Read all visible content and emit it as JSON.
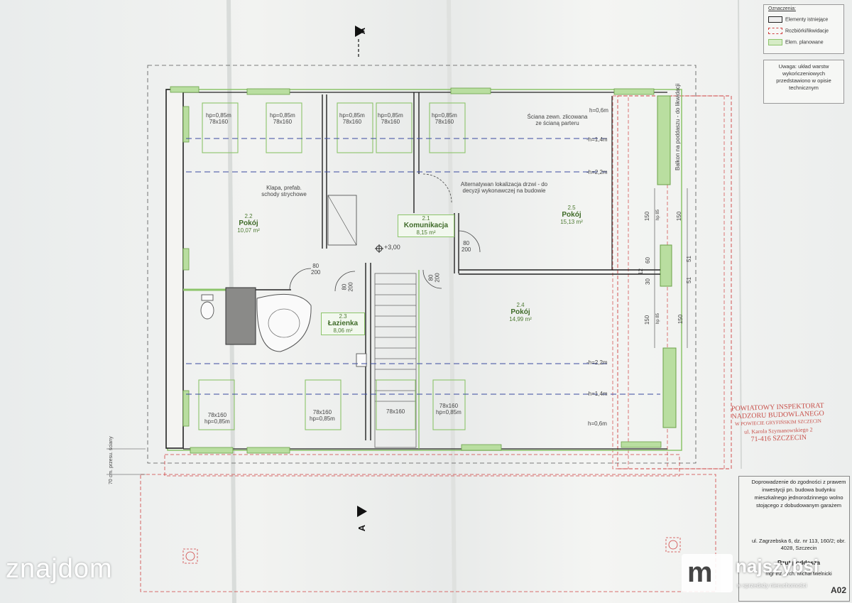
{
  "legend": {
    "title": "Oznaczenia:",
    "items": [
      {
        "label": "Elementy istniejące",
        "color": "#222222",
        "style": "solid"
      },
      {
        "label": "Rozbiórki/likwidacje",
        "color": "#d04040",
        "style": "dashed"
      },
      {
        "label": "Elem. planowane",
        "color": "#8cc46a",
        "style": "solid"
      }
    ]
  },
  "note": "Uwaga: układ warstw wykończeniowych przedstawiono w opisie technicznym",
  "section_marks": {
    "top": "A",
    "bottom": "A"
  },
  "level": "+3,00",
  "rooms": [
    {
      "num": "2.2",
      "name": "Pokój",
      "area": "10,07 m²"
    },
    {
      "num": "2.1",
      "name": "Komunikacja",
      "area": "8,15 m²"
    },
    {
      "num": "2.5",
      "name": "Pokój",
      "area": "15,13 m²"
    },
    {
      "num": "2.3",
      "name": "Łazienka",
      "area": "8,06 m²"
    },
    {
      "num": "2.4",
      "name": "Pokój",
      "area": "14,99 m²"
    }
  ],
  "windows_top": [
    {
      "hp": "hp=0,85m",
      "size": "78x160"
    },
    {
      "hp": "hp=0,85m",
      "size": "78x160"
    },
    {
      "hp": "hp=0,85m",
      "size": "78x160"
    },
    {
      "hp": "hp=0,85m",
      "size": "78x160"
    },
    {
      "hp": "hp=0,85m",
      "size": "78x160"
    }
  ],
  "windows_bottom": [
    {
      "hp": "hp=0,85m",
      "size": "78x160"
    },
    {
      "hp": "hp=0,85m",
      "size": "78x160"
    },
    {
      "hp": "",
      "size": "78x160"
    },
    {
      "hp": "hp=0,85m",
      "size": "78x160"
    }
  ],
  "heights": [
    "h=0,6m",
    "-h=1,4m",
    "-h=2,2m",
    "-h=2,2m",
    "-h=1,4m",
    "h=0,6m"
  ],
  "annotations": {
    "hatch": "Klapa, prefab. schody strychowe",
    "door_alt": "Alternatywan lokalizacja drzwi - do decyzji wykonawczej na budowie",
    "wall_note": "Ściana zewn. zlicowana ze ścianą parteru",
    "balcony": "Balkon na poddaszu - do likwidacji",
    "knee_wall": "70 cm. przesu. ściany"
  },
  "doors": [
    {
      "w": "80",
      "h": "200"
    },
    {
      "w": "80",
      "h": "200"
    },
    {
      "w": "80",
      "h": "200"
    },
    {
      "w": "80",
      "h": "200"
    }
  ],
  "dims": [
    "150",
    "60",
    "12",
    "30",
    "150",
    "51",
    "51",
    "150",
    "150",
    "hp 85",
    "hp 85"
  ],
  "stamp": [
    "POWIATOWY INSPEKTORAT",
    "NADZORU BUDOWLANEGO",
    "W POWIECIE GRYFIŃSKIM SZCZECIN",
    "ul. Karola Szymanowskiego 2",
    "71-416 SZCZECIN"
  ],
  "title_block": {
    "description": "Doprowadzenie do zgodności z prawem inwestycji pn. budowa budynku mieszkalnego jednorodzinnego wolno stojącego z dobudowanym garażem",
    "address": "ul. Zagrzebska 6, dz. nr 113, 160/2; obr. 4028, Szczecin",
    "title": "Rzut poddasza",
    "author": "mgr inż. arch. Michał Mielnicki",
    "sheet": "A02"
  },
  "watermarks": {
    "left": "znajdom",
    "right_name": "najszybsi",
    "right_tag": "w sprzedaży nieruchomości"
  },
  "colors": {
    "green": "#8cc46a",
    "red": "#d04040",
    "blue": "#3a4aa0",
    "wall": "#222222"
  }
}
